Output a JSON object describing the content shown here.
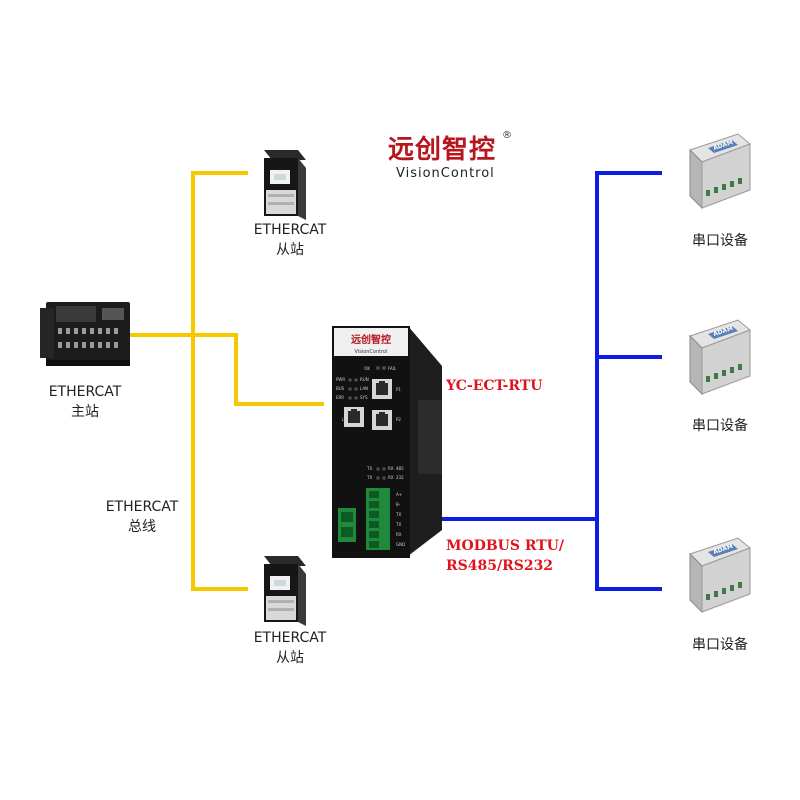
{
  "brand": {
    "cn": "远创智控",
    "en": "VisionControl",
    "registered": "®"
  },
  "master": {
    "line1": "ETHERCAT",
    "line2": "主站"
  },
  "slave_top": {
    "line1": "ETHERCAT",
    "line2": "从站"
  },
  "slave_bottom": {
    "line1": "ETHERCAT",
    "line2": "从站"
  },
  "bus": {
    "line1": "ETHERCAT",
    "line2": "总线"
  },
  "gateway": {
    "model": "YC-ECT-RTU",
    "protocol_line1": "MODBUS RTU/",
    "protocol_line2": "RS485/RS232",
    "device_logo": "远创智控",
    "device_logo_sub": "VisionControl",
    "led_labels": [
      "PWR",
      "RUN",
      "BUS",
      "LAN",
      "ERR",
      "SYS"
    ],
    "top_leds": [
      "OK",
      "FAIL"
    ],
    "port_labels": [
      "P1",
      "P2",
      "LAN"
    ],
    "serial_leds": [
      "TX",
      "RX",
      "485",
      "TX",
      "RX",
      "232"
    ],
    "terminal_labels": [
      "A+",
      "B-",
      "TX",
      "TX",
      "RX",
      "GND"
    ]
  },
  "serial_devices": [
    {
      "label": "串口设备",
      "brand": "ADAM"
    },
    {
      "label": "串口设备",
      "brand": "ADAM"
    },
    {
      "label": "串口设备",
      "brand": "ADAM"
    }
  ],
  "colors": {
    "ethercat_line": "#f6c800",
    "serial_line": "#0a1ee6",
    "model_text": "#e0141e"
  }
}
